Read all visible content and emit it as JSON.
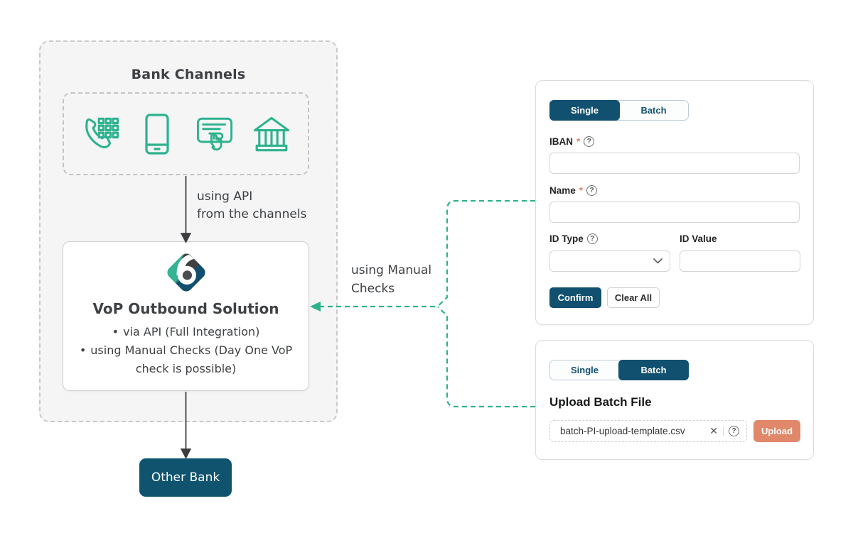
{
  "colors": {
    "teal": "#2db28e",
    "navy": "#11506f",
    "salmon": "#e1876a"
  },
  "glyphs": {
    "bullet": "•",
    "help": "?",
    "close": "✕",
    "required": "*"
  },
  "diagram": {
    "bank_channels_title": "Bank Channels",
    "channel_icons": [
      "phone-keypad-icon",
      "mobile-phone-icon",
      "card-tap-icon",
      "bank-building-icon"
    ],
    "api_label_line1": "using API",
    "api_label_line2": "from the channels",
    "vop_card": {
      "title": "VoP Outbound Solution",
      "bullet1": "via API (Full Integration)",
      "bullet2": "using Manual Checks (Day One VoP check is possible)"
    },
    "other_bank_label": "Other Bank",
    "manual_checks_line1": "using Manual",
    "manual_checks_line2": "Checks"
  },
  "single_panel": {
    "tabs": [
      {
        "label": "Single",
        "active": true
      },
      {
        "label": "Batch",
        "active": false
      }
    ],
    "iban": {
      "label": "IBAN",
      "required": true,
      "value": ""
    },
    "name": {
      "label": "Name",
      "required": true,
      "value": ""
    },
    "id_type": {
      "label": "ID Type",
      "value": ""
    },
    "id_value": {
      "label": "ID Value",
      "value": ""
    },
    "confirm_label": "Confirm",
    "clear_all_label": "Clear All"
  },
  "batch_panel": {
    "tabs": [
      {
        "label": "Single",
        "active": false
      },
      {
        "label": "Batch",
        "active": true
      }
    ],
    "heading": "Upload Batch File",
    "file_name": "batch-PI-upload-template.csv",
    "upload_label": "Upload"
  }
}
